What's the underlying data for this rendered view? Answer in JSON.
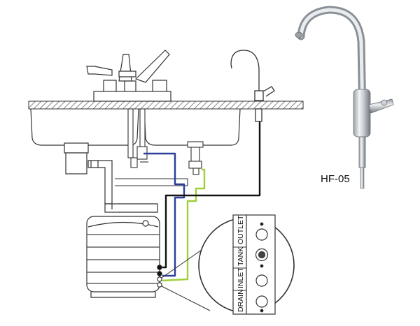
{
  "model": {
    "label": "HF-05"
  },
  "ports": {
    "labels": [
      "OUTLET",
      "TANK",
      "INLET",
      "DRAIN"
    ]
  },
  "lines": {
    "inlet_color": "#2b3e9a",
    "drain_color": "#9fcf3a",
    "outlet_color": "#111111"
  }
}
